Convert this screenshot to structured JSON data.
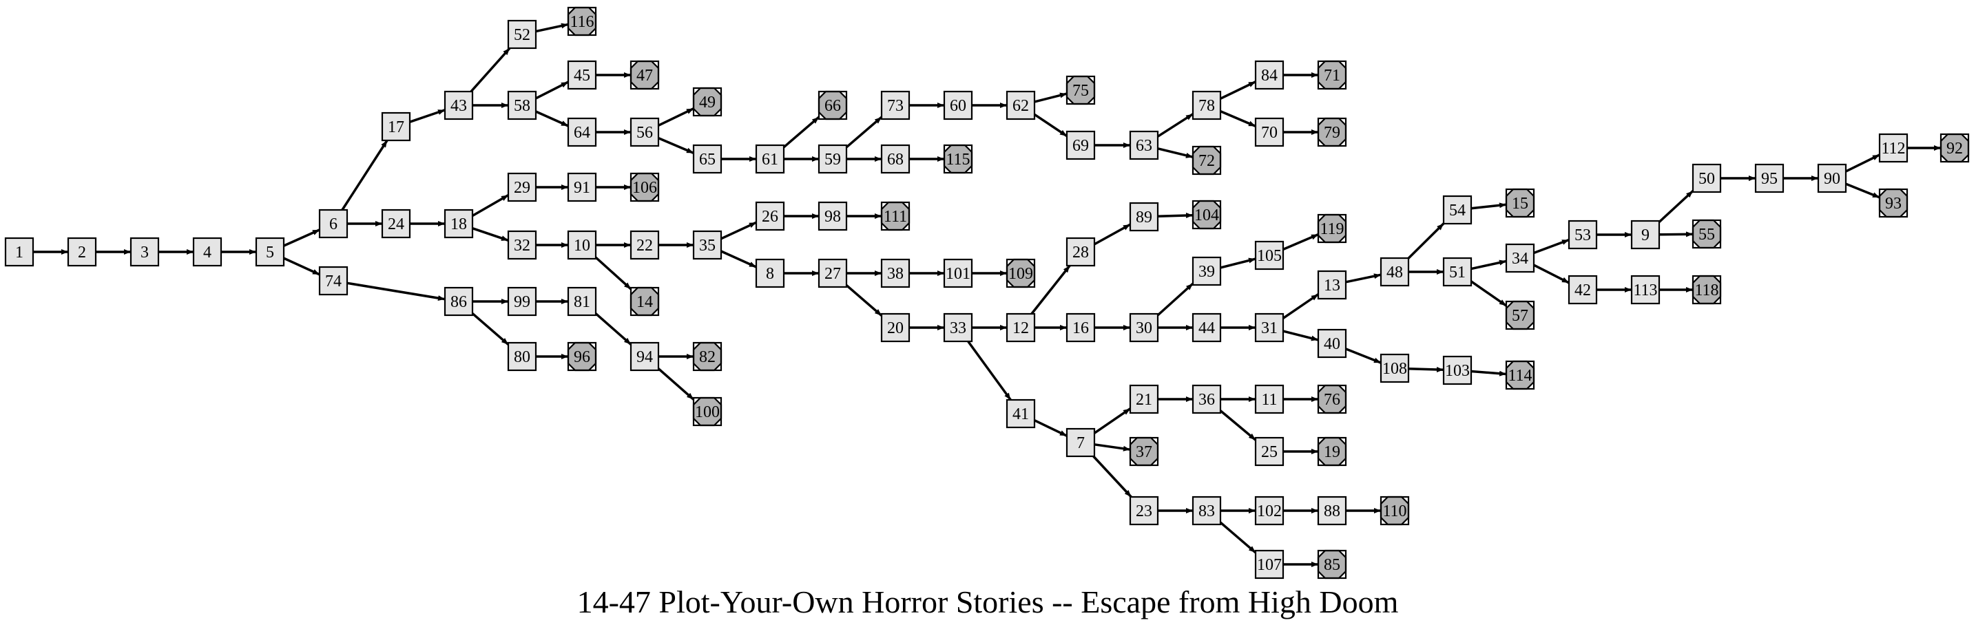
{
  "title": "14-47 Plot-Your-Own Horror Stories -- Escape from High Doom",
  "nodes": [
    {
      "id": "1",
      "ending": false
    },
    {
      "id": "2",
      "ending": false
    },
    {
      "id": "3",
      "ending": false
    },
    {
      "id": "4",
      "ending": false
    },
    {
      "id": "5",
      "ending": false
    },
    {
      "id": "6",
      "ending": false
    },
    {
      "id": "74",
      "ending": false
    },
    {
      "id": "17",
      "ending": false
    },
    {
      "id": "24",
      "ending": false
    },
    {
      "id": "43",
      "ending": false
    },
    {
      "id": "18",
      "ending": false
    },
    {
      "id": "86",
      "ending": false
    },
    {
      "id": "52",
      "ending": false
    },
    {
      "id": "58",
      "ending": false
    },
    {
      "id": "29",
      "ending": false
    },
    {
      "id": "32",
      "ending": false
    },
    {
      "id": "99",
      "ending": false
    },
    {
      "id": "80",
      "ending": false
    },
    {
      "id": "116",
      "ending": true
    },
    {
      "id": "45",
      "ending": false
    },
    {
      "id": "64",
      "ending": false
    },
    {
      "id": "91",
      "ending": false
    },
    {
      "id": "10",
      "ending": false
    },
    {
      "id": "81",
      "ending": false
    },
    {
      "id": "96",
      "ending": true
    },
    {
      "id": "47",
      "ending": true
    },
    {
      "id": "56",
      "ending": false
    },
    {
      "id": "106",
      "ending": true
    },
    {
      "id": "22",
      "ending": false
    },
    {
      "id": "14",
      "ending": true
    },
    {
      "id": "94",
      "ending": false
    },
    {
      "id": "49",
      "ending": true
    },
    {
      "id": "65",
      "ending": false
    },
    {
      "id": "35",
      "ending": false
    },
    {
      "id": "82",
      "ending": true
    },
    {
      "id": "100",
      "ending": true
    },
    {
      "id": "61",
      "ending": false
    },
    {
      "id": "26",
      "ending": false
    },
    {
      "id": "8",
      "ending": false
    },
    {
      "id": "66",
      "ending": true
    },
    {
      "id": "59",
      "ending": false
    },
    {
      "id": "98",
      "ending": false
    },
    {
      "id": "27",
      "ending": false
    },
    {
      "id": "73",
      "ending": false
    },
    {
      "id": "68",
      "ending": false
    },
    {
      "id": "111",
      "ending": true
    },
    {
      "id": "38",
      "ending": false
    },
    {
      "id": "20",
      "ending": false
    },
    {
      "id": "60",
      "ending": false
    },
    {
      "id": "115",
      "ending": true
    },
    {
      "id": "101",
      "ending": false
    },
    {
      "id": "33",
      "ending": false
    },
    {
      "id": "62",
      "ending": false
    },
    {
      "id": "109",
      "ending": true
    },
    {
      "id": "12",
      "ending": false
    },
    {
      "id": "41",
      "ending": false
    },
    {
      "id": "75",
      "ending": true
    },
    {
      "id": "69",
      "ending": false
    },
    {
      "id": "28",
      "ending": false
    },
    {
      "id": "16",
      "ending": false
    },
    {
      "id": "7",
      "ending": false
    },
    {
      "id": "63",
      "ending": false
    },
    {
      "id": "89",
      "ending": false
    },
    {
      "id": "30",
      "ending": false
    },
    {
      "id": "21",
      "ending": false
    },
    {
      "id": "37",
      "ending": true
    },
    {
      "id": "23",
      "ending": false
    },
    {
      "id": "78",
      "ending": false
    },
    {
      "id": "72",
      "ending": true
    },
    {
      "id": "104",
      "ending": true
    },
    {
      "id": "39",
      "ending": false
    },
    {
      "id": "44",
      "ending": false
    },
    {
      "id": "36",
      "ending": false
    },
    {
      "id": "83",
      "ending": false
    },
    {
      "id": "84",
      "ending": false
    },
    {
      "id": "70",
      "ending": false
    },
    {
      "id": "105",
      "ending": false
    },
    {
      "id": "31",
      "ending": false
    },
    {
      "id": "11",
      "ending": false
    },
    {
      "id": "25",
      "ending": false
    },
    {
      "id": "102",
      "ending": false
    },
    {
      "id": "107",
      "ending": false
    },
    {
      "id": "71",
      "ending": true
    },
    {
      "id": "79",
      "ending": true
    },
    {
      "id": "119",
      "ending": true
    },
    {
      "id": "13",
      "ending": false
    },
    {
      "id": "40",
      "ending": false
    },
    {
      "id": "76",
      "ending": true
    },
    {
      "id": "19",
      "ending": true
    },
    {
      "id": "88",
      "ending": false
    },
    {
      "id": "85",
      "ending": true
    },
    {
      "id": "48",
      "ending": false
    },
    {
      "id": "108",
      "ending": false
    },
    {
      "id": "110",
      "ending": true
    },
    {
      "id": "54",
      "ending": false
    },
    {
      "id": "51",
      "ending": false
    },
    {
      "id": "103",
      "ending": false
    },
    {
      "id": "15",
      "ending": true
    },
    {
      "id": "34",
      "ending": false
    },
    {
      "id": "57",
      "ending": true
    },
    {
      "id": "114",
      "ending": true
    },
    {
      "id": "53",
      "ending": false
    },
    {
      "id": "42",
      "ending": false
    },
    {
      "id": "9",
      "ending": false
    },
    {
      "id": "113",
      "ending": false
    },
    {
      "id": "50",
      "ending": false
    },
    {
      "id": "55",
      "ending": true
    },
    {
      "id": "118",
      "ending": true
    },
    {
      "id": "95",
      "ending": false
    },
    {
      "id": "90",
      "ending": false
    },
    {
      "id": "112",
      "ending": false
    },
    {
      "id": "93",
      "ending": true
    },
    {
      "id": "92",
      "ending": true
    }
  ],
  "edges": [
    [
      "1",
      "2"
    ],
    [
      "2",
      "3"
    ],
    [
      "3",
      "4"
    ],
    [
      "4",
      "5"
    ],
    [
      "5",
      "6"
    ],
    [
      "5",
      "74"
    ],
    [
      "6",
      "17"
    ],
    [
      "6",
      "24"
    ],
    [
      "17",
      "43"
    ],
    [
      "24",
      "18"
    ],
    [
      "43",
      "52"
    ],
    [
      "43",
      "58"
    ],
    [
      "52",
      "116"
    ],
    [
      "58",
      "45"
    ],
    [
      "58",
      "64"
    ],
    [
      "45",
      "47"
    ],
    [
      "64",
      "56"
    ],
    [
      "56",
      "49"
    ],
    [
      "56",
      "65"
    ],
    [
      "18",
      "29"
    ],
    [
      "18",
      "32"
    ],
    [
      "29",
      "91"
    ],
    [
      "91",
      "106"
    ],
    [
      "32",
      "10"
    ],
    [
      "10",
      "22"
    ],
    [
      "10",
      "14"
    ],
    [
      "74",
      "86"
    ],
    [
      "86",
      "99"
    ],
    [
      "86",
      "80"
    ],
    [
      "99",
      "81"
    ],
    [
      "81",
      "94"
    ],
    [
      "80",
      "96"
    ],
    [
      "94",
      "82"
    ],
    [
      "94",
      "100"
    ],
    [
      "65",
      "61"
    ],
    [
      "61",
      "66"
    ],
    [
      "61",
      "59"
    ],
    [
      "59",
      "73"
    ],
    [
      "59",
      "68"
    ],
    [
      "73",
      "60"
    ],
    [
      "60",
      "62"
    ],
    [
      "62",
      "75"
    ],
    [
      "62",
      "69"
    ],
    [
      "68",
      "115"
    ],
    [
      "69",
      "63"
    ],
    [
      "63",
      "78"
    ],
    [
      "63",
      "72"
    ],
    [
      "78",
      "84"
    ],
    [
      "78",
      "70"
    ],
    [
      "84",
      "71"
    ],
    [
      "70",
      "79"
    ],
    [
      "22",
      "35"
    ],
    [
      "35",
      "26"
    ],
    [
      "35",
      "8"
    ],
    [
      "26",
      "98"
    ],
    [
      "98",
      "111"
    ],
    [
      "8",
      "27"
    ],
    [
      "27",
      "38"
    ],
    [
      "27",
      "20"
    ],
    [
      "38",
      "101"
    ],
    [
      "101",
      "109"
    ],
    [
      "20",
      "33"
    ],
    [
      "33",
      "12"
    ],
    [
      "33",
      "41"
    ],
    [
      "12",
      "28"
    ],
    [
      "12",
      "16"
    ],
    [
      "28",
      "89"
    ],
    [
      "89",
      "104"
    ],
    [
      "16",
      "30"
    ],
    [
      "30",
      "39"
    ],
    [
      "30",
      "44"
    ],
    [
      "39",
      "105"
    ],
    [
      "105",
      "119"
    ],
    [
      "44",
      "31"
    ],
    [
      "31",
      "13"
    ],
    [
      "31",
      "40"
    ],
    [
      "13",
      "48"
    ],
    [
      "48",
      "54"
    ],
    [
      "48",
      "51"
    ],
    [
      "54",
      "15"
    ],
    [
      "51",
      "34"
    ],
    [
      "51",
      "57"
    ],
    [
      "34",
      "53"
    ],
    [
      "34",
      "42"
    ],
    [
      "53",
      "9"
    ],
    [
      "9",
      "50"
    ],
    [
      "9",
      "55"
    ],
    [
      "50",
      "95"
    ],
    [
      "95",
      "90"
    ],
    [
      "90",
      "112"
    ],
    [
      "90",
      "93"
    ],
    [
      "112",
      "92"
    ],
    [
      "42",
      "113"
    ],
    [
      "113",
      "118"
    ],
    [
      "40",
      "108"
    ],
    [
      "108",
      "103"
    ],
    [
      "103",
      "114"
    ],
    [
      "41",
      "7"
    ],
    [
      "7",
      "21"
    ],
    [
      "7",
      "37"
    ],
    [
      "7",
      "23"
    ],
    [
      "21",
      "36"
    ],
    [
      "36",
      "11"
    ],
    [
      "36",
      "25"
    ],
    [
      "11",
      "76"
    ],
    [
      "25",
      "19"
    ],
    [
      "23",
      "83"
    ],
    [
      "83",
      "102"
    ],
    [
      "83",
      "107"
    ],
    [
      "102",
      "88"
    ],
    [
      "88",
      "110"
    ],
    [
      "107",
      "85"
    ]
  ]
}
